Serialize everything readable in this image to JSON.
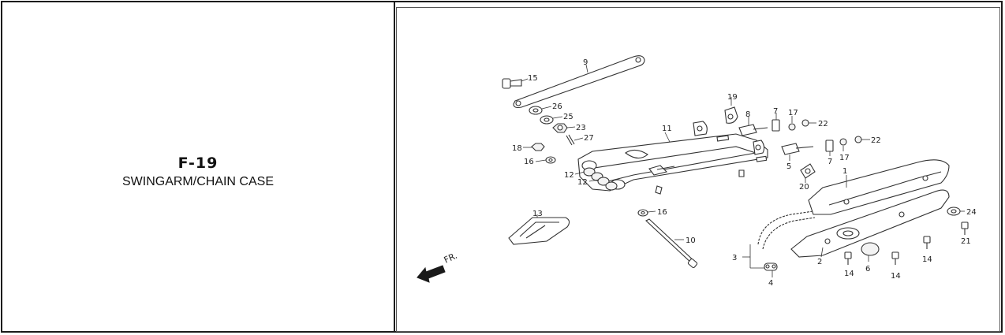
{
  "page": {
    "code": "F-19",
    "name": "SWINGARM/CHAIN CASE"
  },
  "diagram": {
    "direction_label": "FR.",
    "callouts": {
      "c1": "1",
      "c2": "2",
      "c3": "3",
      "c4": "4",
      "c5": "5",
      "c6": "6",
      "c7a": "7",
      "c7b": "7",
      "c8": "8",
      "c9": "9",
      "c10": "10",
      "c11": "11",
      "c12a": "12",
      "c12b": "12",
      "c13": "13",
      "c14a": "14",
      "c14b": "14",
      "c14c": "14",
      "c15": "15",
      "c16a": "16",
      "c16b": "16",
      "c17a": "17",
      "c17b": "17",
      "c18": "18",
      "c19": "19",
      "c20": "20",
      "c21": "21",
      "c22a": "22",
      "c22b": "22",
      "c23": "23",
      "c24": "24",
      "c25": "25",
      "c26": "26",
      "c27": "27"
    }
  }
}
